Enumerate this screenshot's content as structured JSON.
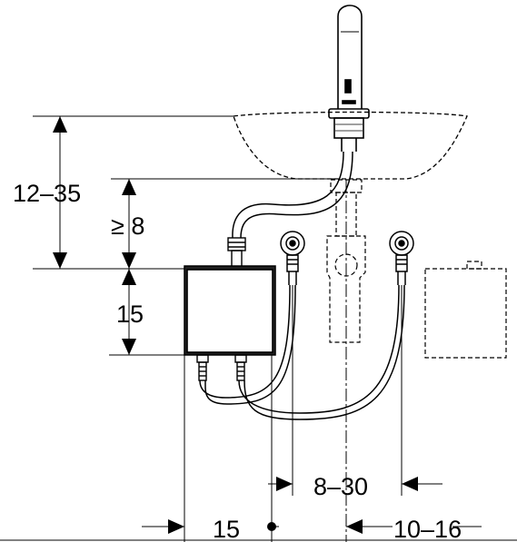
{
  "dimensions": {
    "basin_height": "12–35",
    "min_clearance": "≥ 8",
    "box_height": "15",
    "valve_spacing": "8–30",
    "box_width": "15",
    "right_offset": "10–16"
  },
  "colors": {
    "line": "#000000",
    "background": "#ffffff",
    "box_fill": "#2a2a2a"
  }
}
